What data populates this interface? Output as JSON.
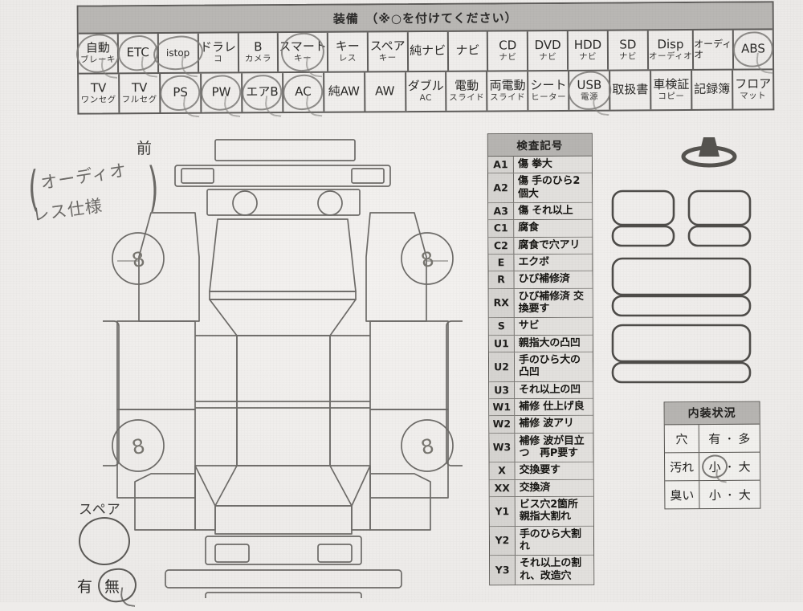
{
  "sheet": {
    "paper_color": "#eeecea",
    "ink_color": "#2a2927",
    "pencil_color": "#7d7b78"
  },
  "equipment": {
    "title": "装備　（※○を付けてください）",
    "rows": [
      [
        {
          "l1": "自動",
          "l2": "ブレーキ",
          "marked": true
        },
        {
          "l1": "ETC",
          "l2": "",
          "marked": true
        },
        {
          "l1": "istop",
          "l2": "",
          "marked": true
        },
        {
          "l1": "ドラレ",
          "l2": "コ",
          "marked": false
        },
        {
          "l1": "B",
          "l2": "カメラ",
          "marked": false
        },
        {
          "l1": "スマート",
          "l2": "キー",
          "marked": true
        },
        {
          "l1": "キー",
          "l2": "レス",
          "marked": false
        },
        {
          "l1": "スペア",
          "l2": "キー",
          "marked": false
        },
        {
          "l1": "純ナビ",
          "l2": "",
          "marked": false
        },
        {
          "l1": "ナビ",
          "l2": "",
          "marked": false
        },
        {
          "l1": "CD",
          "l2": "ナビ",
          "marked": false
        },
        {
          "l1": "DVD",
          "l2": "ナビ",
          "marked": false
        },
        {
          "l1": "HDD",
          "l2": "ナビ",
          "marked": false
        },
        {
          "l1": "SD",
          "l2": "ナビ",
          "marked": false
        },
        {
          "l1": "Disp",
          "l2": "オーディオ",
          "marked": false
        },
        {
          "l1": "オーディオ",
          "l2": "",
          "marked": false
        },
        {
          "l1": "ABS",
          "l2": "",
          "marked": true
        }
      ],
      [
        {
          "l1": "TV",
          "l2": "ワンセグ",
          "marked": false
        },
        {
          "l1": "TV",
          "l2": "フルセグ",
          "marked": false
        },
        {
          "l1": "PS",
          "l2": "",
          "marked": true
        },
        {
          "l1": "PW",
          "l2": "",
          "marked": true
        },
        {
          "l1": "エアB",
          "l2": "",
          "marked": true
        },
        {
          "l1": "AC",
          "l2": "",
          "marked": true
        },
        {
          "l1": "純AW",
          "l2": "",
          "marked": false
        },
        {
          "l1": "AW",
          "l2": "",
          "marked": false
        },
        {
          "l1": "ダブル",
          "l2": "AC",
          "marked": false
        },
        {
          "l1": "電動",
          "l2": "スライド",
          "marked": false
        },
        {
          "l1": "両電動",
          "l2": "スライド",
          "marked": false
        },
        {
          "l1": "シート",
          "l2": "ヒーター",
          "marked": false
        },
        {
          "l1": "USB",
          "l2": "電源",
          "marked": true
        },
        {
          "l1": "取扱書",
          "l2": "",
          "marked": false
        },
        {
          "l1": "車検証",
          "l2": "コピー",
          "marked": false
        },
        {
          "l1": "記録簿",
          "l2": "",
          "marked": false
        },
        {
          "l1": "フロア",
          "l2": "マット",
          "marked": false
        }
      ]
    ]
  },
  "legend": {
    "title": "検査記号",
    "items": [
      {
        "code": "A1",
        "desc": "傷 拳大"
      },
      {
        "code": "A2",
        "desc": "傷 手のひら2個大"
      },
      {
        "code": "A3",
        "desc": "傷 それ以上"
      },
      {
        "code": "C1",
        "desc": "腐食"
      },
      {
        "code": "C2",
        "desc": "腐食で穴アリ"
      },
      {
        "code": "E",
        "desc": "エクボ"
      },
      {
        "code": "R",
        "desc": "ひび補修済"
      },
      {
        "code": "RX",
        "desc": "ひび補修済 交換要す"
      },
      {
        "code": "S",
        "desc": "サビ"
      },
      {
        "code": "U1",
        "desc": "親指大の凸凹"
      },
      {
        "code": "U2",
        "desc": "手のひら大の凸凹"
      },
      {
        "code": "U3",
        "desc": "それ以上の凹"
      },
      {
        "code": "W1",
        "desc": "補修 仕上げ良"
      },
      {
        "code": "W2",
        "desc": "補修 波アリ"
      },
      {
        "code": "W3",
        "desc": "補修 波が目立つ　再P要す"
      },
      {
        "code": "X",
        "desc": "交換要す"
      },
      {
        "code": "XX",
        "desc": "交換済"
      },
      {
        "code": "Y1",
        "desc": "ビス穴2箇所　親指大割れ"
      },
      {
        "code": "Y2",
        "desc": "手のひら大割れ"
      },
      {
        "code": "Y3",
        "desc": "それ以上の割れ、改造穴"
      }
    ]
  },
  "interior": {
    "title": "内装状況",
    "rows": [
      {
        "key": "穴",
        "options": [
          "有",
          "多"
        ],
        "selected": null
      },
      {
        "key": "汚れ",
        "options": [
          "小",
          "大"
        ],
        "selected": "小"
      },
      {
        "key": "臭い",
        "options": [
          "小",
          "大"
        ],
        "selected": null
      }
    ],
    "separator": "・"
  },
  "note": {
    "line1": "オーディオ",
    "line2": "レス仕様",
    "paren_open": "(",
    "paren_close": ")"
  },
  "diagram": {
    "front_label": "前",
    "tire_marks": [
      "8",
      "8",
      "8",
      "8"
    ]
  },
  "spare": {
    "label": "スペア",
    "yes": "有",
    "no": "無",
    "selected": "無"
  }
}
